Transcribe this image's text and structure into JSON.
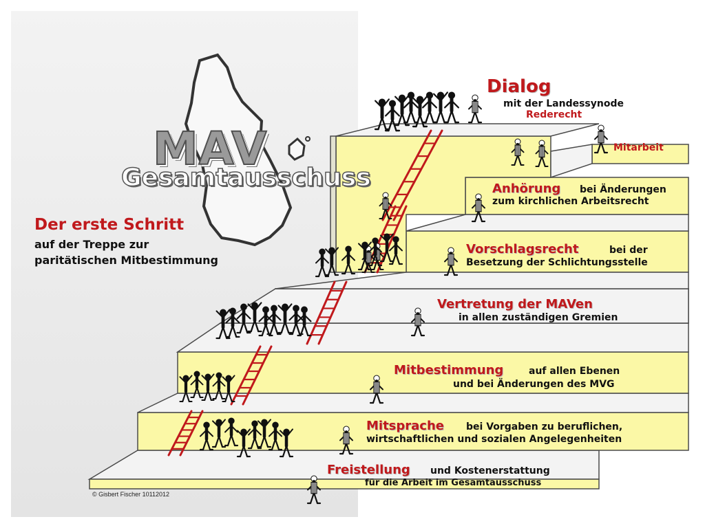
{
  "logo": {
    "line1": "MAV",
    "line2": "Gesamtausschuss"
  },
  "intro": {
    "title": "Der erste Schritt",
    "line1": "auf der Treppe zur",
    "line2": "paritätischen Mitbestimmung"
  },
  "steps": [
    {
      "id": "dialog",
      "head": "Dialog",
      "text1": "mit der Landessynode",
      "text2": "Rederecht"
    },
    {
      "id": "mitarbeit",
      "head": "Mitarbeit"
    },
    {
      "id": "anhoerung",
      "head": "Anhörung",
      "text1": "bei Änderungen",
      "text2": "zum kirchlichen Arbeitsrecht"
    },
    {
      "id": "vorschlagsrecht",
      "head": "Vorschlagsrecht",
      "text1": "bei der",
      "text2": "Besetzung der Schlichtungsstelle"
    },
    {
      "id": "vertretung",
      "head": "Vertretung der MAVen",
      "text1": "in allen zuständigen Gremien"
    },
    {
      "id": "mitbestimmung",
      "head": "Mitbestimmung",
      "text1": "auf allen Ebenen",
      "text2": "und bei Änderungen des MVG"
    },
    {
      "id": "mitsprache",
      "head": "Mitsprache",
      "text1": "bei Vorgaben zu beruflichen,",
      "text2": "wirtschaftlichen und sozialen Angelegenheiten"
    },
    {
      "id": "freistellung",
      "head": "Freistellung",
      "text1": "und Kostenerstattung",
      "text2": "für die Arbeit im Gesamtausschuss"
    }
  ],
  "copyright": "© Gisbert Fischer  10112012",
  "colors": {
    "step_fill": "#fbf8a6",
    "accent_red": "#c0191c",
    "ladder": "#c0191c",
    "panel_gray": "#ededed"
  },
  "figures": {
    "crowds": [
      "top-crowd",
      "group-step2",
      "group-step3",
      "group-step4",
      "group-step5",
      "group-step6"
    ],
    "referees": [
      "ref-dialog",
      "ref-mitarbeit",
      "ref-anhoerung",
      "ref-vorschlag",
      "ref-vertretung",
      "ref-mitbestimmung",
      "ref-mitsprache",
      "ref-freistellung"
    ],
    "ladders": 5
  }
}
